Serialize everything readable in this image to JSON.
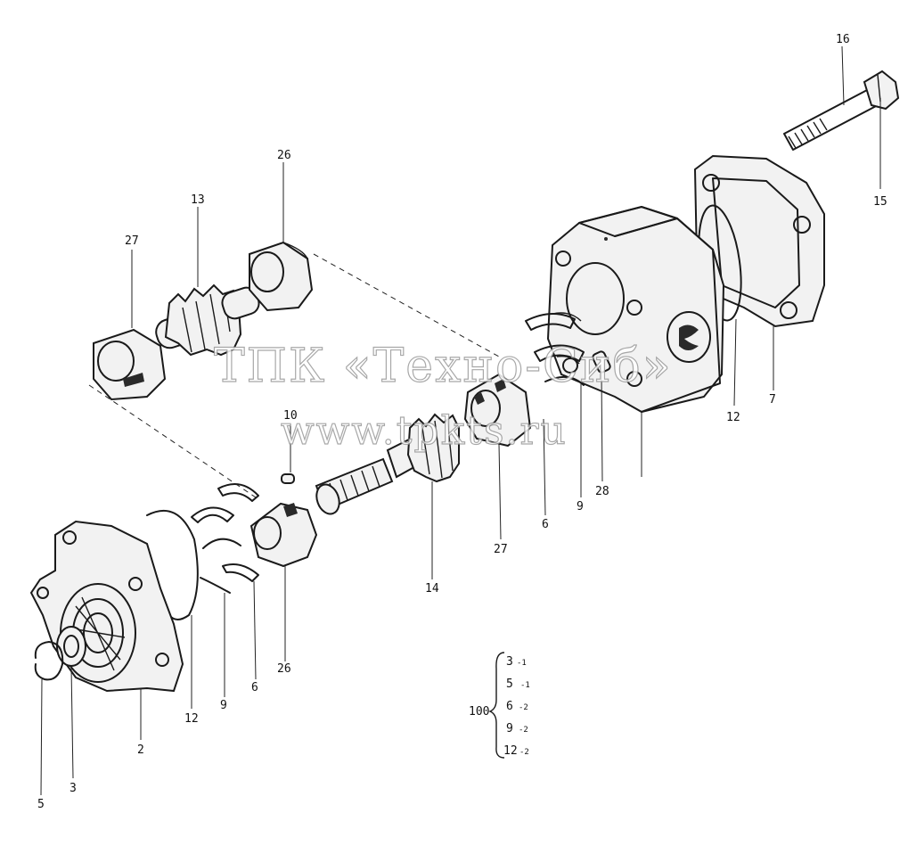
{
  "callouts": {
    "c16": "16",
    "c15": "15",
    "c26_top": "26",
    "c13": "13",
    "c27_left": "27",
    "c7": "7",
    "c12_right": "12",
    "c28": "28",
    "c9_right": "9",
    "c6_right": "6",
    "c27_mid": "27",
    "c10": "10",
    "c14": "14",
    "c26_bottom": "26",
    "c6_left": "6",
    "c9_left": "9",
    "c12_left": "12",
    "c2": "2",
    "c3": "3",
    "c5": "5"
  },
  "watermark": {
    "line1": "ТПК «Техно-Сиб»",
    "line2": "www.tpkts.ru"
  },
  "repair_kit": {
    "number": "100",
    "items": [
      {
        "part": "3",
        "qty": "-1"
      },
      {
        "part": "5",
        "qty": "-1"
      },
      {
        "part": "6",
        "qty": "-2"
      },
      {
        "part": "9",
        "qty": "-2"
      },
      {
        "part": "12",
        "qty": "-2"
      }
    ]
  }
}
